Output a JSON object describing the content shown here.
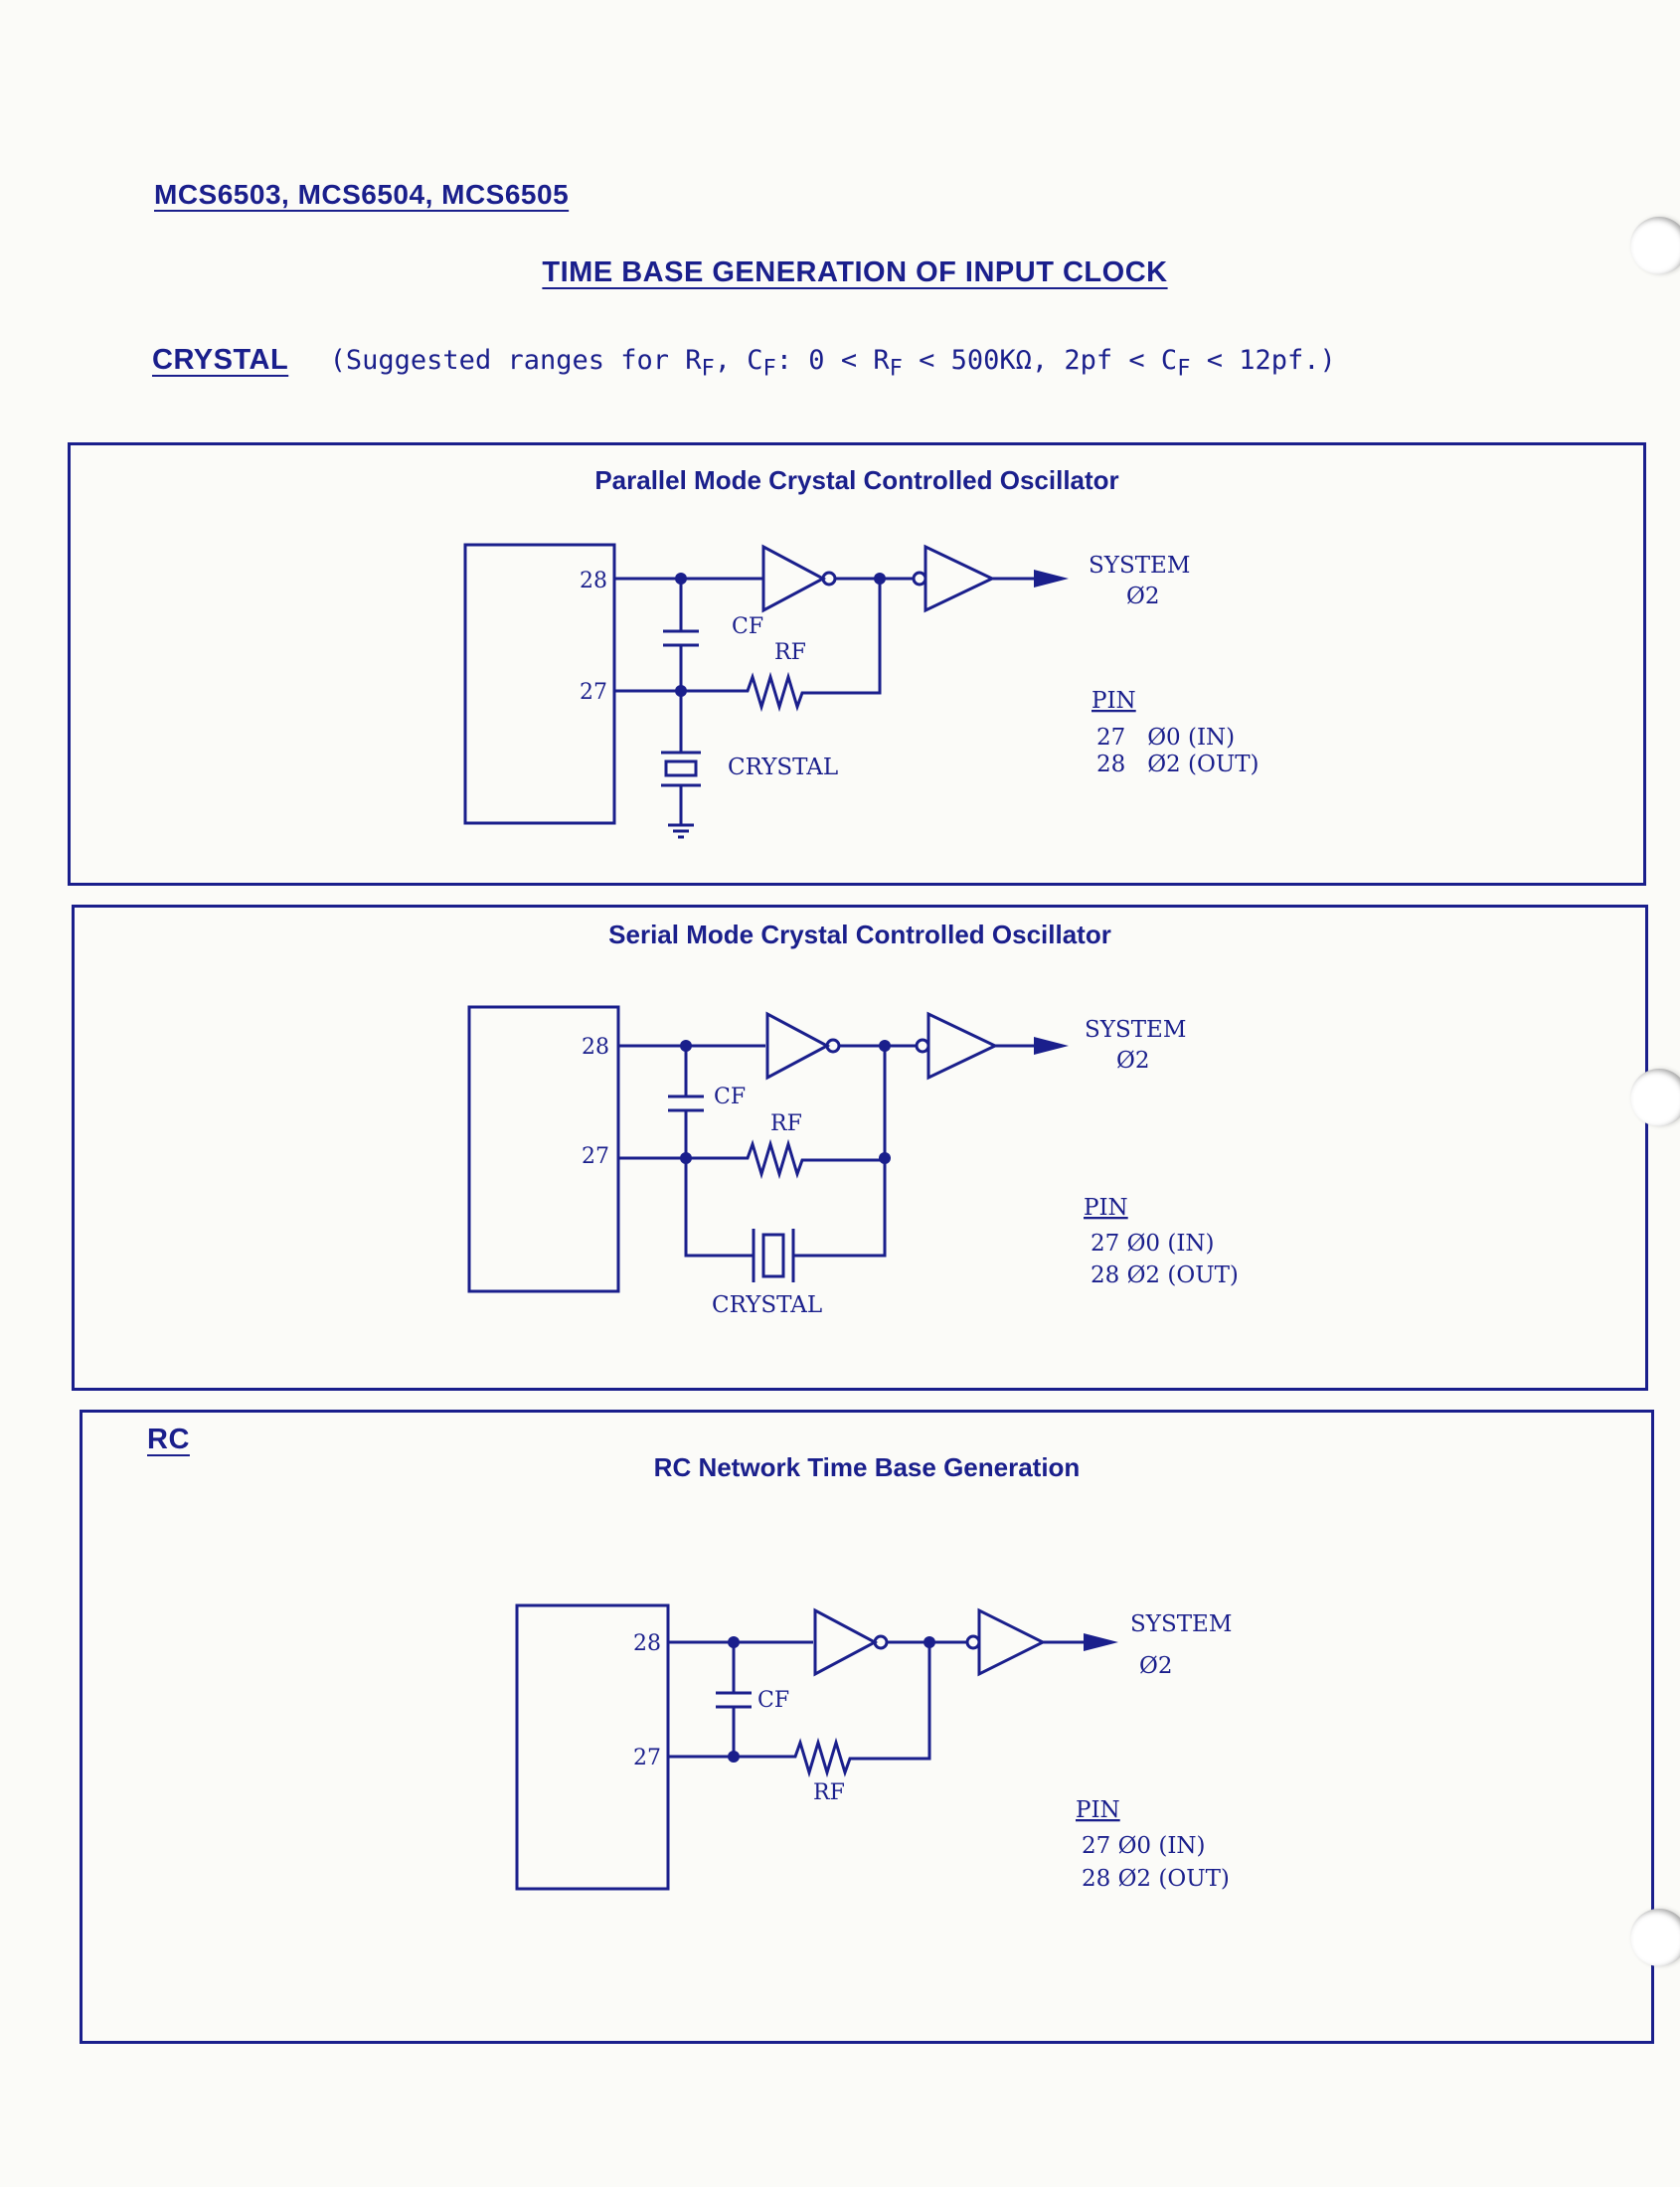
{
  "header": {
    "doc_id": "MCS6503, MCS6504, MCS6505",
    "title": "TIME BASE GENERATION OF INPUT CLOCK"
  },
  "crystal": {
    "label": "CRYSTAL",
    "note_prefix": "(Suggested ranges for R",
    "note_sub_f": "F",
    "note_comma": ", C",
    "note_range1": ": 0 < R",
    "note_range2": " < 500KΩ, 2pf < C",
    "note_end": " < 12pf.)"
  },
  "panels": [
    {
      "title": "Parallel Mode Crystal Controlled Oscillator",
      "pin_28": "28",
      "pin_27": "27",
      "cf_label": "CF",
      "rf_label": "RF",
      "crystal_label": "CRYSTAL",
      "output_label_1": "SYSTEM",
      "output_label_2": "Ø2",
      "pin_table_header": "PIN",
      "pin_rows": [
        "27   Ø0 (IN)",
        "28   Ø2 (OUT)"
      ]
    },
    {
      "title": "Serial Mode Crystal Controlled Oscillator",
      "pin_28": "28",
      "pin_27": "27",
      "cf_label": "CF",
      "rf_label": "RF",
      "crystal_label": "CRYSTAL",
      "output_label_1": "SYSTEM",
      "output_label_2": "Ø2",
      "pin_table_header": "PIN",
      "pin_rows": [
        "27 Ø0 (IN)",
        "28 Ø2 (OUT)"
      ]
    },
    {
      "heading": "RC",
      "title": "RC Network Time Base Generation",
      "pin_28": "28",
      "pin_27": "27",
      "cf_label": "CF",
      "rf_label": "RF",
      "output_label_1": "SYSTEM",
      "output_label_2": "Ø2",
      "pin_table_header": "PIN",
      "pin_rows": [
        "27 Ø0 (IN)",
        "28 Ø2 (OUT)"
      ]
    }
  ],
  "colors": {
    "ink": "#1a1f8c",
    "paper": "#fbfbf8"
  }
}
